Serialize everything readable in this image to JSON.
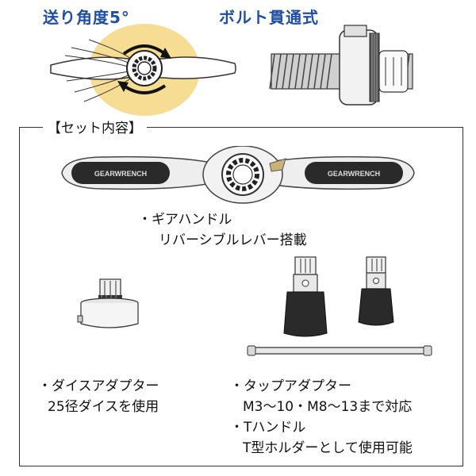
{
  "top": {
    "feed_angle_label": "送り角度5°",
    "bolt_through_label": "ボルト貫通式"
  },
  "set_contents": {
    "title": "【セット内容】",
    "handle": {
      "brand_logo": "GEARWRENCH",
      "line1": "・ギアハンドル",
      "line2": "リバーシブルレバー搭載"
    },
    "die_adapter": {
      "line1": "・ダイスアダプター",
      "line2": "25径ダイスを使用"
    },
    "tap_adapter": {
      "line1": "・タップアダプター",
      "line2": "M3～10・M8～13まで対応"
    },
    "t_handle": {
      "line1": "・Tハンドル",
      "line2": "T型ホルダーとして使用可能"
    }
  },
  "colors": {
    "heading_blue": "#1f4fa3",
    "highlight_yellow": "#f7dc94",
    "metal_light": "#e6e6e6",
    "metal_dark": "#2a2a2a"
  }
}
